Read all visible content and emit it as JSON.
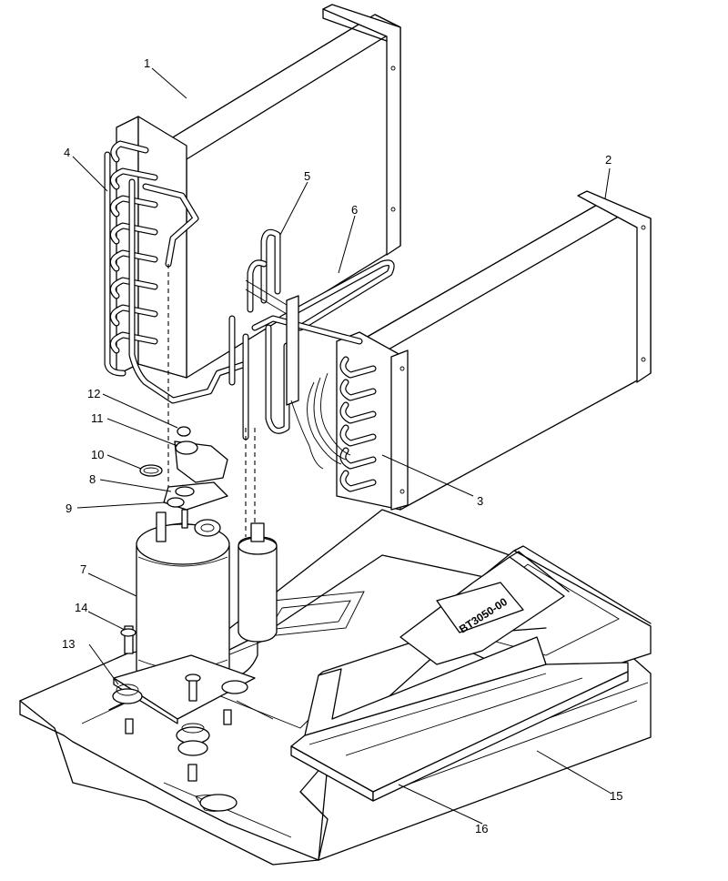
{
  "callouts": [
    {
      "id": "1",
      "label": "1"
    },
    {
      "id": "2",
      "label": "2"
    },
    {
      "id": "3",
      "label": "3"
    },
    {
      "id": "4",
      "label": "4"
    },
    {
      "id": "5",
      "label": "5"
    },
    {
      "id": "6",
      "label": "6"
    },
    {
      "id": "7",
      "label": "7"
    },
    {
      "id": "8",
      "label": "8"
    },
    {
      "id": "9",
      "label": "9"
    },
    {
      "id": "10",
      "label": "10"
    },
    {
      "id": "11",
      "label": "11"
    },
    {
      "id": "12",
      "label": "12"
    },
    {
      "id": "13",
      "label": "13"
    },
    {
      "id": "14",
      "label": "14"
    },
    {
      "id": "15",
      "label": "15"
    },
    {
      "id": "16",
      "label": "16"
    }
  ],
  "drain_pan_stamp": "BT3050-00"
}
